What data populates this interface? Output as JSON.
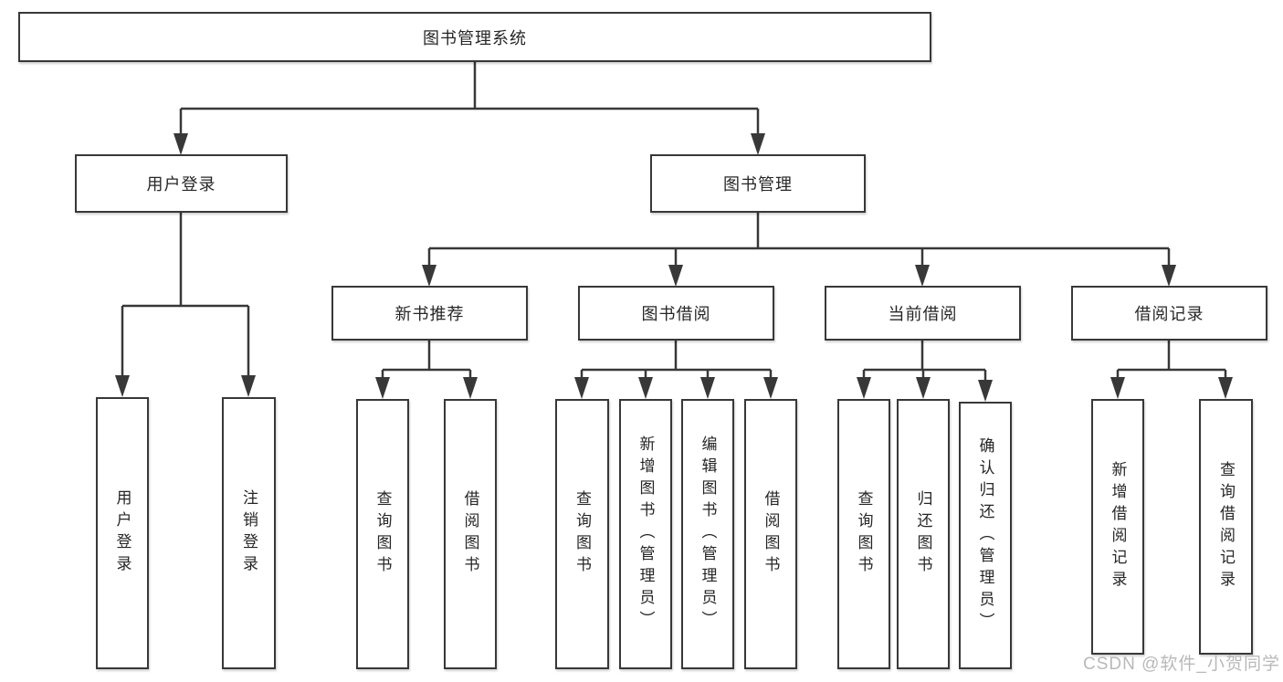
{
  "diagram": {
    "root": "图书管理系统",
    "level2": {
      "login": "用户登录",
      "mgmt": "图书管理"
    },
    "level3": {
      "rec": "新书推荐",
      "borrow": "图书借阅",
      "current": "当前借阅",
      "records": "借阅记录"
    },
    "leaves": {
      "login_user": "用户登录",
      "login_logout": "注销登录",
      "rec_query": "查询图书",
      "rec_borrow": "借阅图书",
      "borrow_query": "查询图书",
      "borrow_add": "新增图书（管理员）",
      "borrow_edit": "编辑图书（管理员）",
      "borrow_borrow": "借阅图书",
      "current_query": "查询图书",
      "current_return": "归还图书",
      "current_confirm": "确认归还（管理员）",
      "records_add": "新增借阅记录",
      "records_query": "查询借阅记录"
    }
  },
  "watermark": "CSDN @软件_小贺同学",
  "colors": {
    "line": "#383838",
    "border": "#383838",
    "text": "#262626",
    "watermark": "#b9b9b9",
    "background": "#ffffff"
  }
}
